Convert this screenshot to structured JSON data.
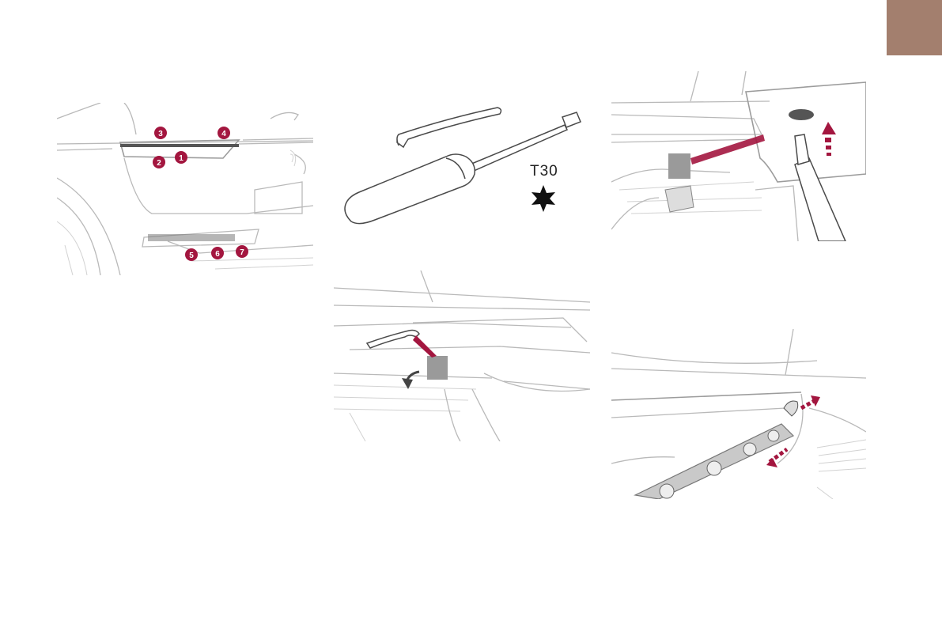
{
  "page": {
    "section_tab_color": "#a37f6e",
    "accent_color": "#a3163f"
  },
  "figure_1": {
    "callouts": [
      "1",
      "2",
      "3",
      "4",
      "5",
      "6",
      "7"
    ]
  },
  "figure_2": {
    "bit_label": "T30",
    "icons": [
      "trim-tool-icon",
      "screwdriver-icon",
      "torx-star-icon"
    ]
  },
  "figure_3": {
    "icons": [
      "lamp-cover-icon",
      "pull-arrow-icon"
    ]
  },
  "figure_4": {
    "icons": [
      "screwdriver-icon",
      "push-direction-arrow-icon"
    ]
  },
  "figure_5": {
    "icons": [
      "lamp-strip-icon",
      "remove-direction-arrow-icon"
    ]
  }
}
